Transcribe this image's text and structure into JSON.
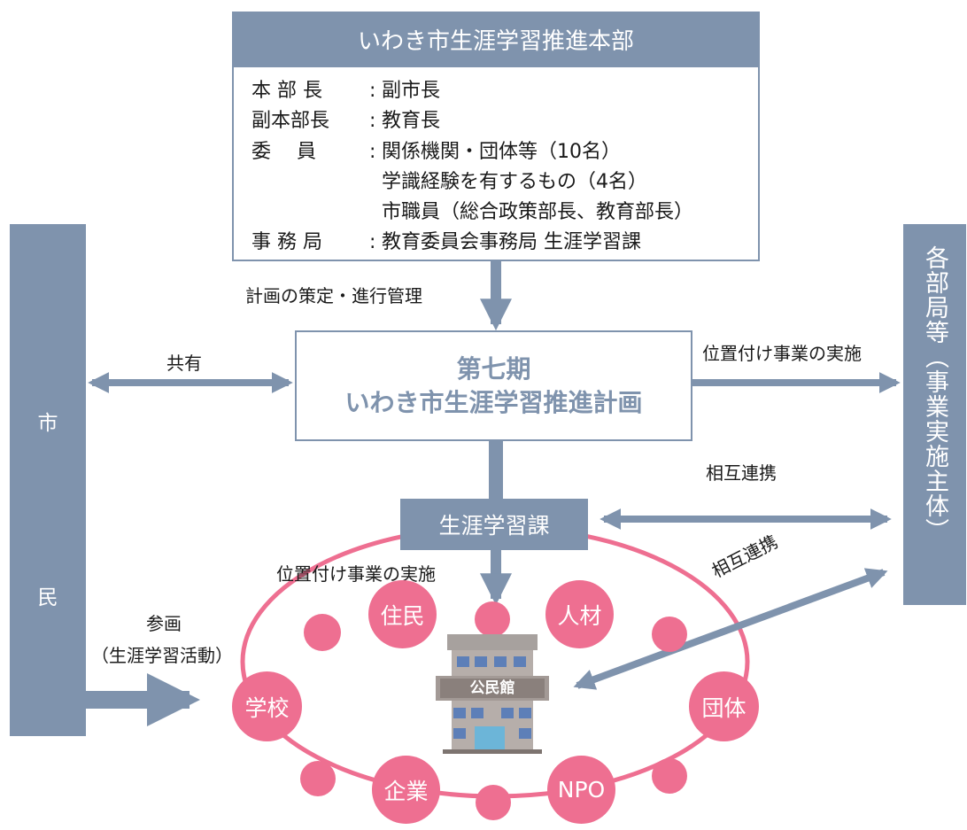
{
  "headquarters": {
    "title": "いわき市生涯学習推進本部",
    "roster": [
      {
        "role": "本 部 長",
        "sep": ":",
        "value": "副市長"
      },
      {
        "role": "副本部長",
        "sep": ":",
        "value": "教育長"
      },
      {
        "role": "委　 員",
        "sep": ":",
        "value": "関係機関・団体等（10名）"
      },
      {
        "continuation": "学識経験を有するもの（4名）"
      },
      {
        "continuation": "市職員（総合政策部長、教育部長）"
      },
      {
        "role": "事 務 局",
        "sep": ":",
        "value": "教育委員会事務局 生涯学習課"
      }
    ]
  },
  "labels": {
    "plan_manage": "計画の策定・進行管理",
    "share": "共有",
    "implement_top": "位置付け事業の実施",
    "mutual_1": "相互連携",
    "implement_bottom": "位置付け事業の実施",
    "mutual_2": "相互連携",
    "participate_line1": "参画",
    "participate_line2": "（生涯学習活動）"
  },
  "plan": {
    "line1": "第七期",
    "line2": "いわき市生涯学習推進計画"
  },
  "lifelong_section": "生涯学習課",
  "citizens": {
    "char1": "市",
    "char2": "民"
  },
  "departments": "各部局等（事業実施主体）",
  "network_nodes": [
    "住民",
    "人材",
    "団体",
    "NPO",
    "企業",
    "学校"
  ],
  "building_sign": "公民館",
  "colors": {
    "bar": "#7f93ad",
    "arrow": "#7f93ad",
    "node": "#ee6f91",
    "ring": "#ee6f91",
    "plan_text": "#7f93ad"
  }
}
